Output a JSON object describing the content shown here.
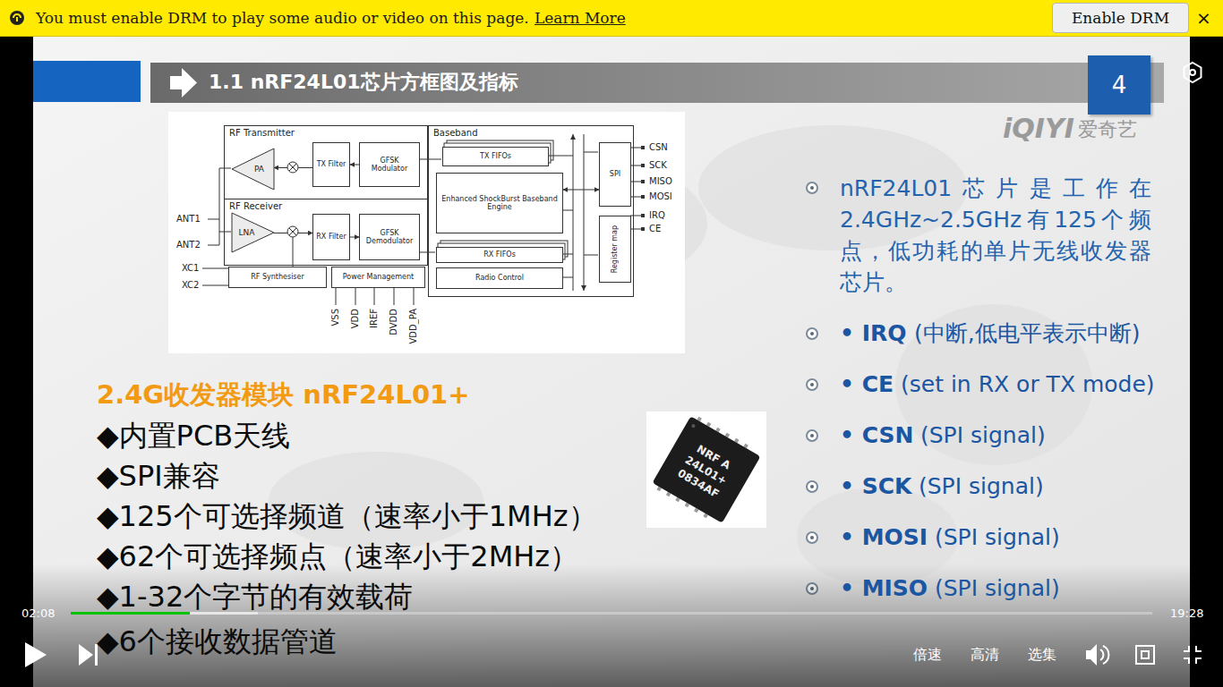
{
  "diagram": {
    "title": "1.1 nRF24L01芯片方框图及指标",
    "nodes": [
      {
        "text": [
          "You must enable DRM to play some audio or video on this page.",
          "Learn More",
          "×"
        ]
      },
      {
        "text": [
          "Enable DRM"
        ],
        "in": 0
      },
      {
        "text": [
          "4"
        ]
      },
      {
        "text": [
          "RF Transmitter"
        ]
      },
      {
        "text": [
          "PA"
        ],
        "in": 3
      },
      {
        "text": [
          "TX Filter"
        ],
        "in": 3
      },
      {
        "text": [
          "GFSK Modulator"
        ],
        "in": 3
      },
      {
        "text": [
          "RF Receiver"
        ]
      },
      {
        "text": [
          "LNA"
        ],
        "in": 7
      },
      {
        "text": [
          "RX Filter"
        ],
        "in": 7
      },
      {
        "text": [
          "GFSK Demodulator"
        ],
        "in": 7
      },
      {
        "text": [
          "RF Synthesiser"
        ]
      },
      {
        "text": [
          "Power Management"
        ]
      },
      {
        "text": [
          "Baseband"
        ]
      },
      {
        "text": [
          "TX FIFOs"
        ],
        "in": 13
      },
      {
        "text": [
          "Enhanced ShockBurst Baseband Engine"
        ],
        "in": 13
      },
      {
        "text": [
          "RX FIFOs"
        ],
        "in": 13
      },
      {
        "text": [
          "Radio Control"
        ],
        "in": 13
      },
      {
        "text": [
          "SPI"
        ],
        "in": 13
      },
      {
        "text": [
          "Register map"
        ],
        "in": 13
      }
    ],
    "edges": [
      {
        "from": 6,
        "to": 5,
        "arrow": "to"
      },
      {
        "from": 5,
        "to": 4,
        "arrow": "to"
      },
      {
        "from": 8,
        "to": 9,
        "arrow": "to"
      },
      {
        "from": 9,
        "to": 10,
        "arrow": "to"
      },
      {
        "from": 15,
        "to": 18,
        "arrow": "both"
      }
    ],
    "labels": [
      "CSN",
      "SCK",
      "MISO",
      "MOSI",
      "IRQ",
      "CE",
      "ANT1",
      "ANT2",
      "XC1",
      "XC2",
      "VSS",
      "VDD",
      "IREF",
      "DVDD",
      "VDD_PA",
      "iQIYI",
      "爱奇艺",
      "2.4G收发器模块 nRF24L01+",
      "◆内置PCB天线",
      "◆SPI兼容",
      "◆125个可选择频道（速率小于1MHz）",
      "◆62个可选择频点（速率小于2MHz）",
      "◆1-32个字节的有效载荷",
      "◆6个接收数据管道",
      "NRF A",
      "24L01+",
      "0834AF",
      "nRF24L01芯片是工作在2.4GHz~2.5GHz有125个频点，低功耗的单片无线收发器芯片。",
      "• IRQ",
      "(中断,低电平表示中断)",
      "• CE",
      "(set in RX or TX mode)",
      "• CSN",
      "(SPI signal)",
      "• SCK",
      "(SPI signal)",
      "• MOSI",
      "(SPI signal)",
      "• MISO",
      "(SPI signal)",
      "02:08",
      "19:28",
      "倍速",
      "高清",
      "选集"
    ]
  }
}
